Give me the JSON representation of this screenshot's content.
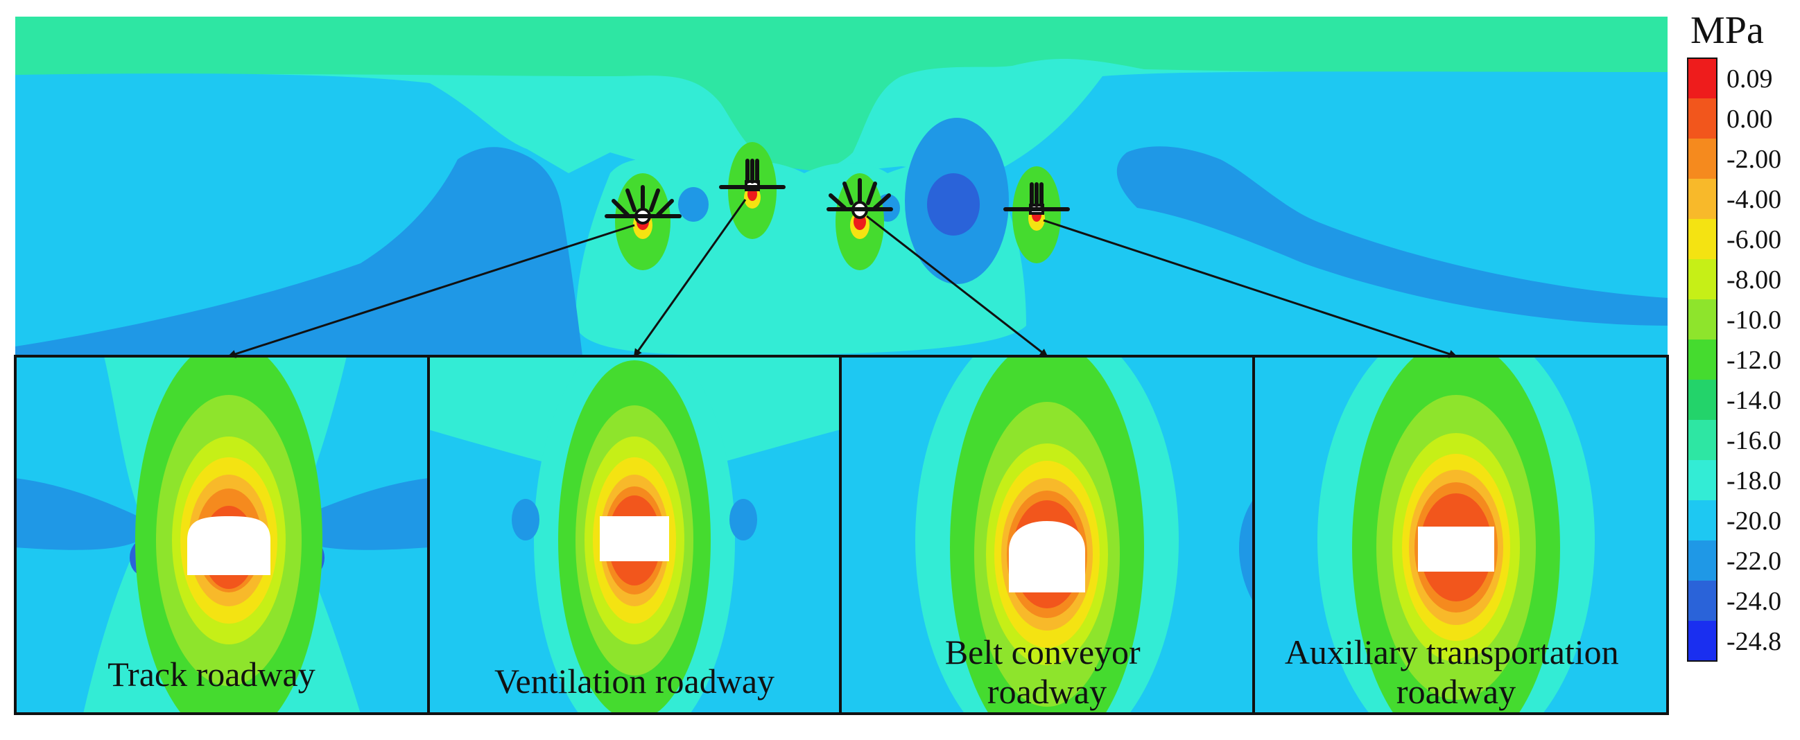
{
  "legend": {
    "unit": "MPa",
    "ticks": [
      "0.09",
      "0.00",
      "-2.00",
      "-4.00",
      "-6.00",
      "-8.00",
      "-10.0",
      "-12.0",
      "-14.0",
      "-16.0",
      "-18.0",
      "-20.0",
      "-22.0",
      "-24.0",
      "-24.8"
    ],
    "colors": [
      "#ee1c1c",
      "#f2561c",
      "#f58a1e",
      "#f8b92a",
      "#f4e312",
      "#c6ef17",
      "#8ee42c",
      "#45db2f",
      "#23d36a",
      "#2ee6a3",
      "#33ecd5",
      "#1ec8f2",
      "#1f98e6",
      "#2a63d9",
      "#1a2ff0"
    ]
  },
  "panels": [
    {
      "id": "track",
      "lines": [
        "Track roadway"
      ]
    },
    {
      "id": "ventilation",
      "lines": [
        "Ventilation roadway"
      ]
    },
    {
      "id": "belt",
      "lines": [
        "Belt conveyor",
        "roadway"
      ]
    },
    {
      "id": "auxiliary",
      "lines": [
        "Auxiliary transportation",
        "roadway"
      ]
    }
  ],
  "colors": {
    "field_top": "#2ee6a3",
    "field_main": "#33ecd5",
    "zone_low": "#1ec8f2",
    "zone_lower": "#1f98e6",
    "zone_min": "#2a63d9",
    "opening": "#ffffff"
  }
}
